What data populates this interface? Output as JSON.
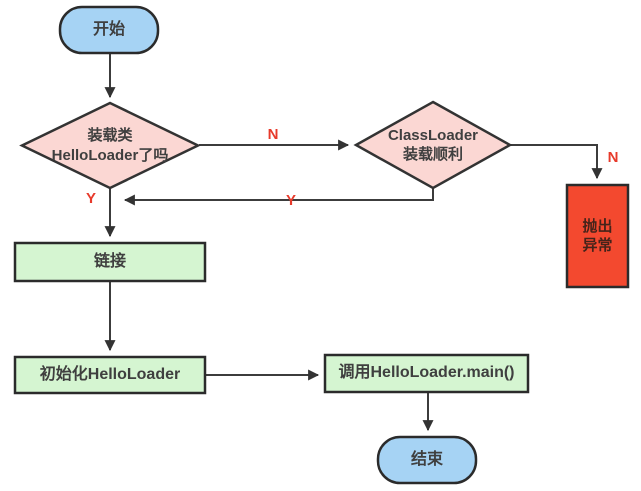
{
  "nodes": {
    "start": {
      "label": "开始",
      "type": "terminal"
    },
    "check_loaded": {
      "label": "装载类\nHelloLoader了吗",
      "type": "decision"
    },
    "classloader_ok": {
      "label": "ClassLoader\n装载顺利",
      "type": "decision"
    },
    "throw_exception": {
      "label": "抛出\n异常",
      "type": "error"
    },
    "link": {
      "label": "链接",
      "type": "process"
    },
    "init": {
      "label": "初始化HelloLoader",
      "type": "process"
    },
    "call_main": {
      "label": "调用HelloLoader.main()",
      "type": "process"
    },
    "end": {
      "label": "结束",
      "type": "terminal"
    }
  },
  "edge_labels": {
    "check_loaded_no": "N",
    "check_loaded_yes": "Y",
    "classloader_no": "N",
    "classloader_yes": "Y"
  },
  "colors": {
    "terminal_fill": "#a6d3f4",
    "decision_fill": "#fbd7d3",
    "process_fill": "#d5f5d1",
    "error_fill": "#f3492f",
    "stroke": "#333333",
    "edge_label": "#e73a2b",
    "text": "#3f3f3f"
  }
}
